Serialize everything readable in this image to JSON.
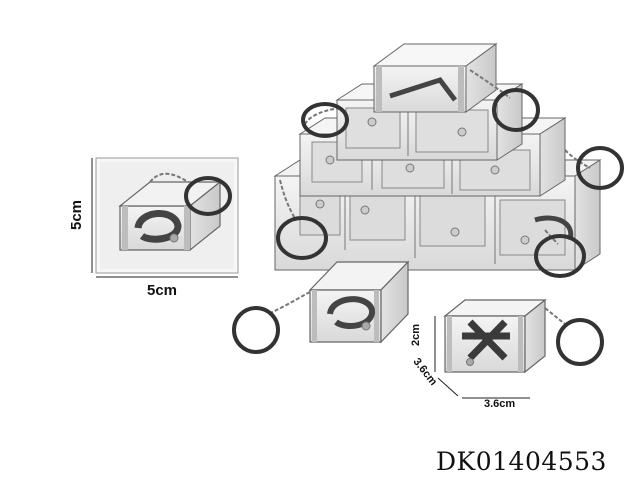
{
  "dimensions": {
    "left_height": "5cm",
    "left_width": "5cm",
    "small_height": "2cm",
    "small_depth": "3.6cm",
    "small_width": "3.6cm"
  },
  "product_code": "DK01404553",
  "colors": {
    "acrylic": "#e9e9e9",
    "edge": "#555555",
    "ring": "#333333",
    "dark_maze": "#3a3a3a"
  }
}
